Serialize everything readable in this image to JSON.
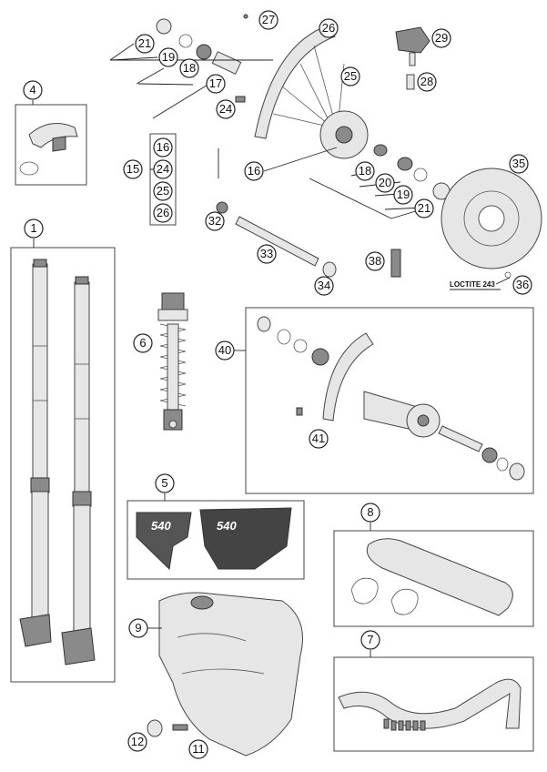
{
  "diagram": {
    "callouts": {
      "c1": "1",
      "c4": "4",
      "c5": "5",
      "c6": "6",
      "c7": "7",
      "c8": "8",
      "c9": "9",
      "c11": "11",
      "c12": "12",
      "c15": "15",
      "c16a": "16",
      "c24a": "24",
      "c25a": "25",
      "c26a": "26",
      "c16b": "16",
      "c17": "17",
      "c18a": "18",
      "c19a": "19",
      "c21a": "21",
      "c18b": "18",
      "c19b": "19",
      "c20": "20",
      "c21b": "21",
      "c24b": "24",
      "c25b": "25",
      "c26b": "26",
      "c27": "27",
      "c28": "28",
      "c29": "29",
      "c32": "32",
      "c33": "33",
      "c34": "34",
      "c35": "35",
      "c36": "36",
      "c38": "38",
      "c40": "40",
      "c41": "41"
    },
    "loctite_label": "LOCTITE 243",
    "decal_text": "540"
  }
}
